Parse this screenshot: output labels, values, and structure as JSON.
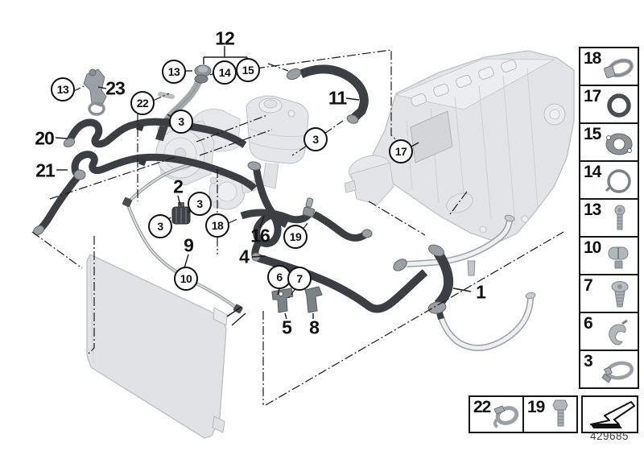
{
  "doc": {
    "number": "429685"
  },
  "callouts": {
    "plain": [
      {
        "label": "12"
      },
      {
        "label": "23"
      },
      {
        "label": "20"
      },
      {
        "label": "21"
      },
      {
        "label": "11"
      },
      {
        "label": "2"
      },
      {
        "label": "9"
      },
      {
        "label": "16"
      },
      {
        "label": "4"
      },
      {
        "label": "5"
      },
      {
        "label": "8"
      },
      {
        "label": "1"
      }
    ],
    "circled": [
      {
        "label": "13"
      },
      {
        "label": "13"
      },
      {
        "label": "14"
      },
      {
        "label": "15"
      },
      {
        "label": "22"
      },
      {
        "label": "3"
      },
      {
        "label": "3"
      },
      {
        "label": "3"
      },
      {
        "label": "3"
      },
      {
        "label": "17"
      },
      {
        "label": "18"
      },
      {
        "label": "19"
      },
      {
        "label": "10"
      },
      {
        "label": "6"
      },
      {
        "label": "7"
      }
    ]
  },
  "legend": {
    "column_items": [
      {
        "number": "18",
        "icon": "hose-clamp-icon"
      },
      {
        "number": "17",
        "icon": "o-ring-icon"
      },
      {
        "number": "15",
        "icon": "gasket-icon"
      },
      {
        "number": "14",
        "icon": "o-ring-large-icon"
      },
      {
        "number": "13",
        "icon": "torx-bolt-icon"
      },
      {
        "number": "10",
        "icon": "plug-nut-icon"
      },
      {
        "number": "7",
        "icon": "screw-icon"
      },
      {
        "number": "6",
        "icon": "spring-clip-icon"
      },
      {
        "number": "3",
        "icon": "hose-clamp-large-icon"
      }
    ],
    "bottom_items": [
      {
        "number": "22",
        "icon": "band-clamp-icon"
      },
      {
        "number": "19",
        "icon": "hex-bolt-icon"
      }
    ]
  }
}
